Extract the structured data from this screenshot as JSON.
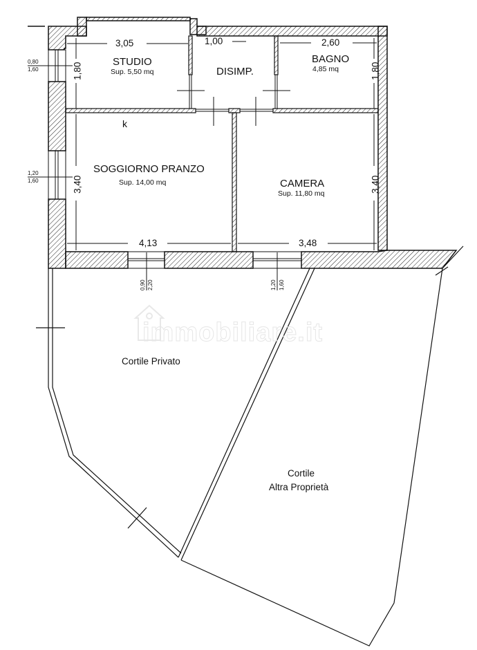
{
  "plan": {
    "rooms": [
      {
        "name": "STUDIO",
        "area": "Sup. 5,50 mq"
      },
      {
        "name": "DISIMP.",
        "area": ""
      },
      {
        "name": "BAGNO",
        "area": "4,85 mq"
      },
      {
        "name": "SOGGIORNO PRANZO",
        "area": "Sup. 14,00 mq"
      },
      {
        "name": "CAMERA",
        "area": "Sup. 11,80 mq"
      }
    ],
    "dimensions": {
      "studio_width": "3,05",
      "disimp_width": "1,00",
      "bagno_width": "2,60",
      "studio_height": "1,80",
      "bagno_height": "1,80",
      "soggiorno_height": "3,40",
      "camera_height": "3,40",
      "soggiorno_width": "4,13",
      "camera_width": "3,48"
    },
    "windows": {
      "studio_window": {
        "width": "0,80",
        "height": "1,60"
      },
      "soggiorno_window": {
        "width": "1,20",
        "height": "1,60"
      },
      "soggiorno_door": {
        "width": "0,90",
        "height": "2,20"
      },
      "camera_window": {
        "width": "1,20",
        "height": "1,60"
      }
    },
    "kitchen_marker": "k",
    "yards": {
      "private": "Cortile Privato",
      "other_line1": "Cortile",
      "other_line2": "Altra Proprietà"
    },
    "watermark": "immobiliare.it"
  }
}
